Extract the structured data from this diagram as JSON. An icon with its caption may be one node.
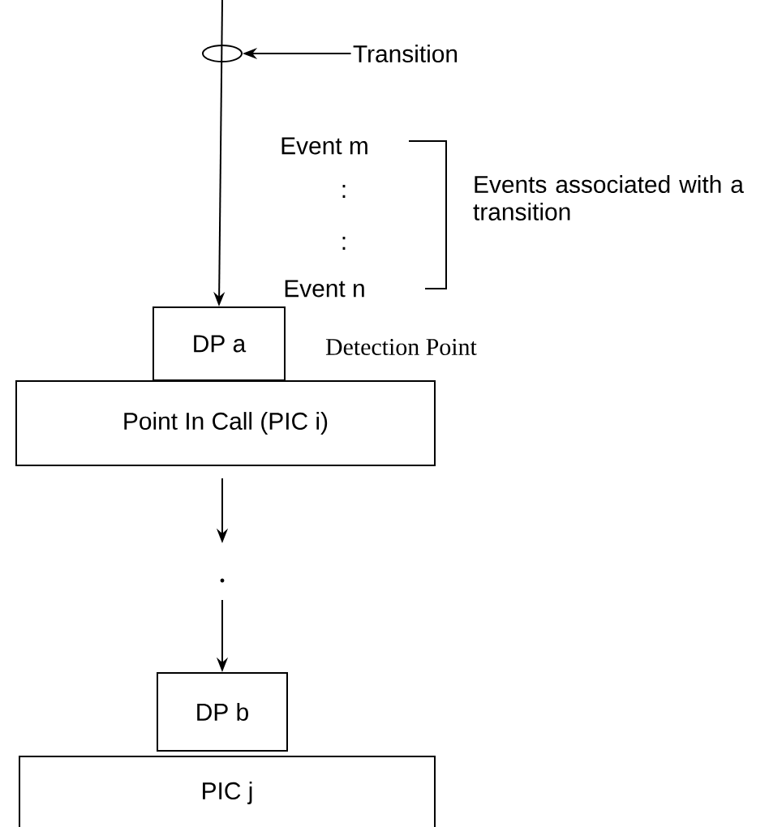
{
  "diagram": {
    "nodes": [
      {
        "text": [],
        "shape": "ellipse"
      },
      {
        "text": [
          "Transition"
        ]
      },
      {
        "text": [
          "DP a"
        ],
        "beside": [
          "Detection Point"
        ]
      },
      {
        "text": [
          "Point In Call (PIC i)"
        ]
      },
      {
        "text": [
          "DP b"
        ]
      },
      {
        "text": [
          "PIC j"
        ]
      }
    ],
    "edges": [
      {
        "from": 1,
        "to": 0,
        "arrow": "to"
      },
      {
        "from": null,
        "to": 2,
        "arrow": "to"
      },
      {
        "from": 3,
        "to": null,
        "arrow": "to"
      },
      {
        "from": null,
        "to": 4,
        "arrow": "to"
      }
    ],
    "labels": [
      "Event m",
      ":",
      ":",
      "Event n",
      "Events associated with a transition"
    ]
  }
}
